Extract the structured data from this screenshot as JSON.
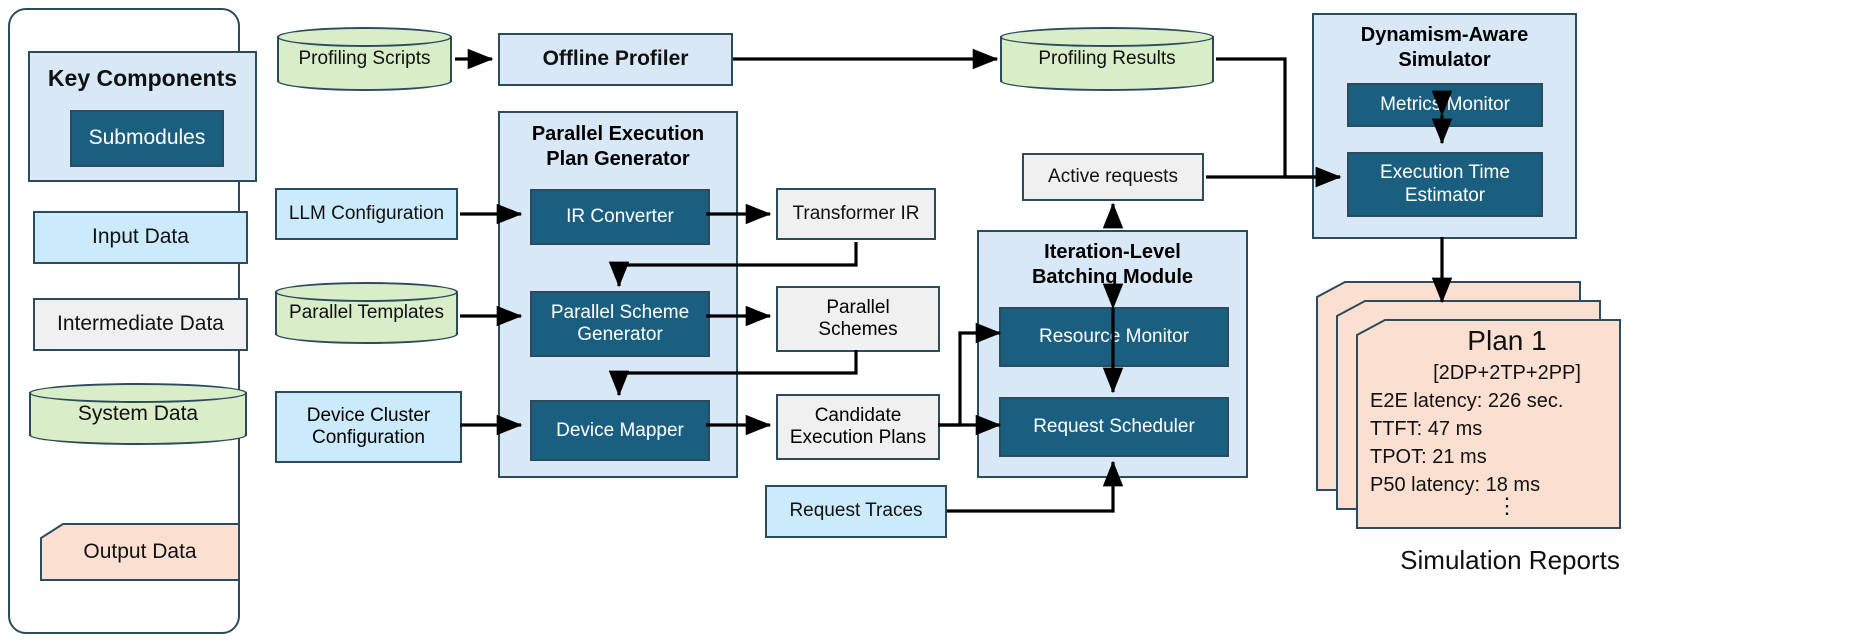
{
  "legend": {
    "key_components": {
      "title": "Key Components",
      "submodule_label": "Submodules"
    },
    "items": [
      {
        "label": "Input Data",
        "shape": "rect",
        "color": "#cbeafb"
      },
      {
        "label": "Intermediate Data",
        "shape": "rect",
        "color": "#f0f0f0"
      },
      {
        "label": "System Data",
        "shape": "cylinder",
        "color": "#d9edc9"
      },
      {
        "label": "Output Data",
        "shape": "note",
        "color": "#fbe0d2"
      }
    ]
  },
  "nodes": {
    "profiling_scripts": "Profiling Scripts",
    "offline_profiler": "Offline Profiler",
    "profiling_results": "Profiling Results",
    "llm_configuration": "LLM Configuration",
    "parallel_templates": "Parallel Templates",
    "device_cluster_line1": "Device Cluster",
    "device_cluster_line2": "Configuration",
    "request_traces": "Request Traces",
    "transformer_ir": "Transformer IR",
    "parallel_schemes_line1": "Parallel",
    "parallel_schemes_line2": "Schemes",
    "candidate_plans_line1": "Candidate",
    "candidate_plans_line2": "Execution Plans",
    "active_requests": "Active requests"
  },
  "modules": {
    "pepg": {
      "title_line1": "Parallel Execution",
      "title_line2": "Plan Generator",
      "submodules": [
        {
          "label": "IR Converter"
        },
        {
          "label_line1": "Parallel Scheme",
          "label_line2": "Generator"
        },
        {
          "label": "Device Mapper"
        }
      ]
    },
    "ilbm": {
      "title_line1": "Iteration-Level",
      "title_line2": "Batching Module",
      "submodules": [
        {
          "label": "Resource Monitor"
        },
        {
          "label": "Request Scheduler"
        }
      ]
    },
    "das": {
      "title_line1": "Dynamism-Aware",
      "title_line2": "Simulator",
      "submodules": [
        {
          "label": "Metrics Monitor"
        },
        {
          "label_line1": "Execution Time",
          "label_line2": "Estimator"
        }
      ]
    }
  },
  "report": {
    "title": "Plan 1",
    "config": "[2DP+2TP+2PP]",
    "metrics": [
      "E2E latency: 226 sec.",
      "TTFT: 47 ms",
      "TPOT: 21 ms",
      "P50 latency: 18 ms"
    ],
    "ellipsis": "⋮",
    "caption": "Simulation Reports"
  },
  "colors": {
    "stroke": "#2b4c5c",
    "input": "#cbeafb",
    "intermediate": "#f0f0f0",
    "system": "#d9edc9",
    "output": "#fbe0d2",
    "module": "#d9e8f6",
    "submodule": "#1b5f80",
    "arrow": "#000000"
  }
}
